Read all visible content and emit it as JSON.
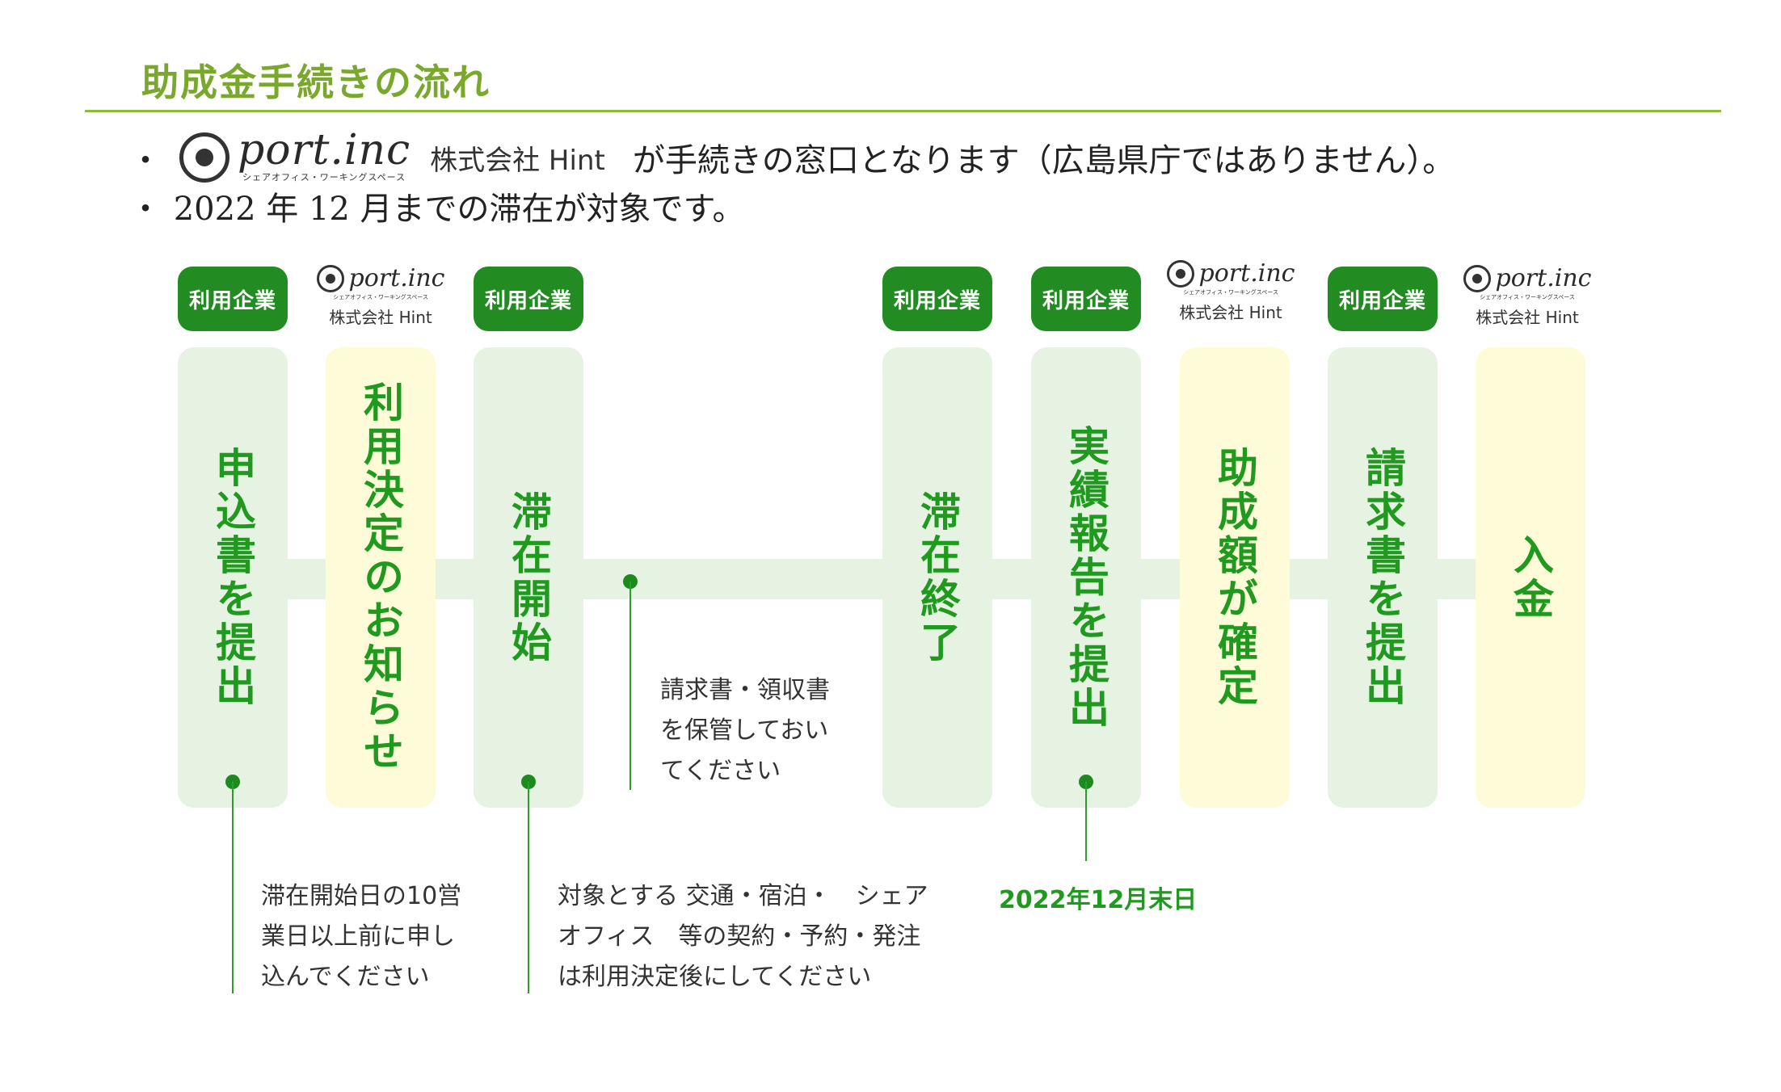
{
  "title": "助成金手続きの流れ",
  "bullets": {
    "dot": "・",
    "logo": {
      "brand": "port.inc",
      "tagline": "シェアオフィス・ワーキングスペース"
    },
    "company": "株式会社 Hint",
    "line1_text": "が手続きの窓口となります（広島県庁ではありません）。",
    "line2_text": "2022 年 12 月までの滞在が対象です。"
  },
  "flow": {
    "badge_label": "利用企業",
    "partner": {
      "brand": "port.inc",
      "tagline": "シェアオフィス・ワーキングスペース",
      "company": "株式会社 Hint"
    },
    "steps": [
      {
        "label": "申込書を提出"
      },
      {
        "label": "利用決定のお知らせ"
      },
      {
        "label": "滞在開始"
      },
      {
        "label": "滞在終了"
      },
      {
        "label": "実績報告を提出"
      },
      {
        "label": "助成額が確定"
      },
      {
        "label": "請求書を提出"
      },
      {
        "label": "入金"
      }
    ],
    "notes": {
      "apply": "滞在開始日の10営\n業日以上前に申し\n込んでください",
      "contract": "対象とする 交通・宿泊・　シェア\nオフィス　等の契約・予約・発注\nは利用決定後にしてください",
      "receipts": "請求書・領収書\nを保管しておい\nてください",
      "deadline": "2022年12月末日"
    }
  },
  "colors": {
    "accent_green": "#228b22",
    "title_green": "#7aa82c",
    "pillar_green": "#e6f2e2",
    "pillar_yellow": "#fdfbd8"
  }
}
